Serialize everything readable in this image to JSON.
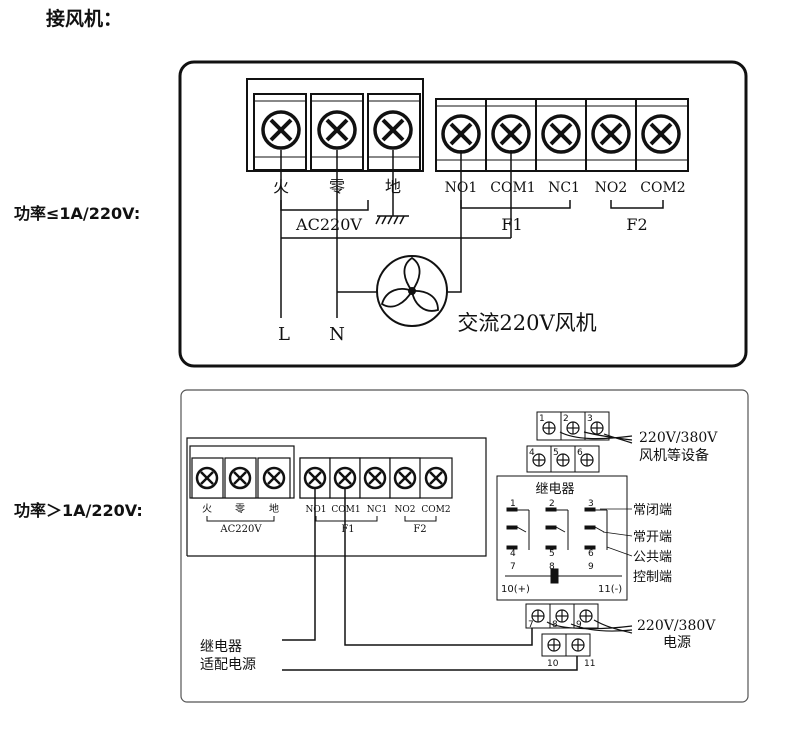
{
  "heading": "接风机：",
  "diagram1": {
    "power_label": "功率≤1A/220V:",
    "power_terminals": [
      "火",
      "零",
      "地"
    ],
    "ac_label": "AC220V",
    "relay_terminals": [
      "NO1",
      "COM1",
      "NC1",
      "NO2",
      "COM2"
    ],
    "groups": [
      "F1",
      "F2"
    ],
    "lines": [
      "L",
      "N"
    ],
    "fan_label": "交流220V风机"
  },
  "diagram2": {
    "power_label": "功率＞1A/220V:",
    "power_terminals": [
      "火",
      "零",
      "地"
    ],
    "ac_label": "AC220V",
    "relay_terminals": [
      "NO1",
      "COM1",
      "NC1",
      "NO2",
      "COM2"
    ],
    "groups": [
      "F1",
      "F2"
    ],
    "relay_title": "继电器",
    "top_terminals": [
      "1",
      "2",
      "3",
      "4",
      "5",
      "6"
    ],
    "inner_numbers": [
      "1",
      "2",
      "3",
      "4",
      "5",
      "6",
      "7",
      "8",
      "9"
    ],
    "coil_left": "10(+)",
    "coil_right": "11(-)",
    "bottom_terminals": [
      "7",
      "8",
      "9",
      "10",
      "11"
    ],
    "legend": [
      "常闭端",
      "常开端",
      "公共端",
      "控制端"
    ],
    "top_output": [
      "220V/380V",
      "风机等设备"
    ],
    "bottom_output": [
      "220V/380V",
      "电源"
    ],
    "left_note": [
      "继电器",
      "适配电源"
    ]
  }
}
